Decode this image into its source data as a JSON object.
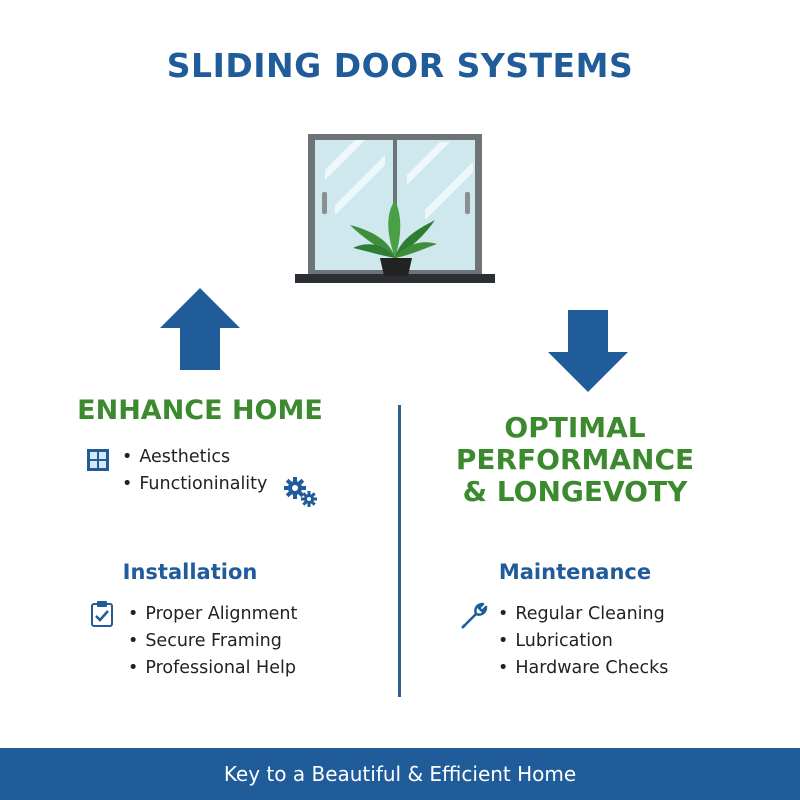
{
  "title": "SLIDING DOOR SYSTEMS",
  "left": {
    "heading": "ENHANCE HOME",
    "items": [
      "Aesthetics",
      "Functioninality"
    ]
  },
  "right": {
    "heading_lines": [
      "OPTIMAL",
      "PERFORMANCE",
      "& LONGEVOTY"
    ]
  },
  "installation": {
    "heading": "Installation",
    "items": [
      "Proper Alignment",
      "Secure Framing",
      "Professional Help"
    ]
  },
  "maintenance": {
    "heading": "Maintenance",
    "items": [
      "Regular Cleaning",
      "Lubrication",
      "Hardware Checks"
    ]
  },
  "footer": "Key to a Beautiful & Efficient Home",
  "icons": {
    "window": "sliding-window-with-plant",
    "grid": "window-grid-icon",
    "gears": "gears-icon",
    "clipboard": "clipboard-check-icon",
    "wrench": "wrench-icon"
  },
  "colors": {
    "primary_blue": "#1f5c99",
    "green": "#3c8a2e",
    "footer_bg": "#1f5c99"
  }
}
